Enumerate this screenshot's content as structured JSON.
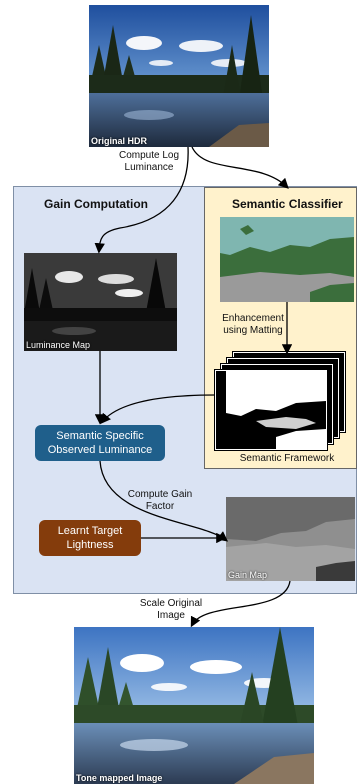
{
  "images": {
    "original": {
      "caption": "Original HDR"
    },
    "luminance": {
      "caption": "Luminance Map"
    },
    "gain": {
      "caption": "Gain Map"
    },
    "tonemapped": {
      "caption": "Tone mapped Image"
    }
  },
  "steps": {
    "compute_log": [
      "Compute Log",
      "Luminance"
    ],
    "enhancement": [
      "Enhancement",
      "using Matting"
    ],
    "compute_gain": [
      "Compute Gain",
      "Factor"
    ],
    "scale": [
      "Scale Original",
      "Image"
    ]
  },
  "panels": {
    "gain_computation": {
      "title": "Gain Computation",
      "fill": "#dae3f3",
      "border": "#7f8fa6"
    },
    "semantic_classifier": {
      "title": "Semantic Classifier",
      "fill": "#fff2cc",
      "border": "#666666"
    }
  },
  "boxes": {
    "observed": {
      "lines": [
        "Semantic Specific",
        "Observed Luminance"
      ],
      "fill": "#1f5f8b"
    },
    "target": {
      "lines": [
        "Learnt Target",
        "Lightness"
      ],
      "fill": "#843c0c"
    }
  },
  "labels": {
    "semantic_framework": "Semantic Framework"
  },
  "colors": {
    "sky": "#3f6fb7",
    "forest": "#1e2f1a",
    "water": "#2b3e5a",
    "seg_green": "#3b6e3c",
    "seg_teal": "#7fb6b0",
    "seg_gray": "#9a9a9a"
  }
}
